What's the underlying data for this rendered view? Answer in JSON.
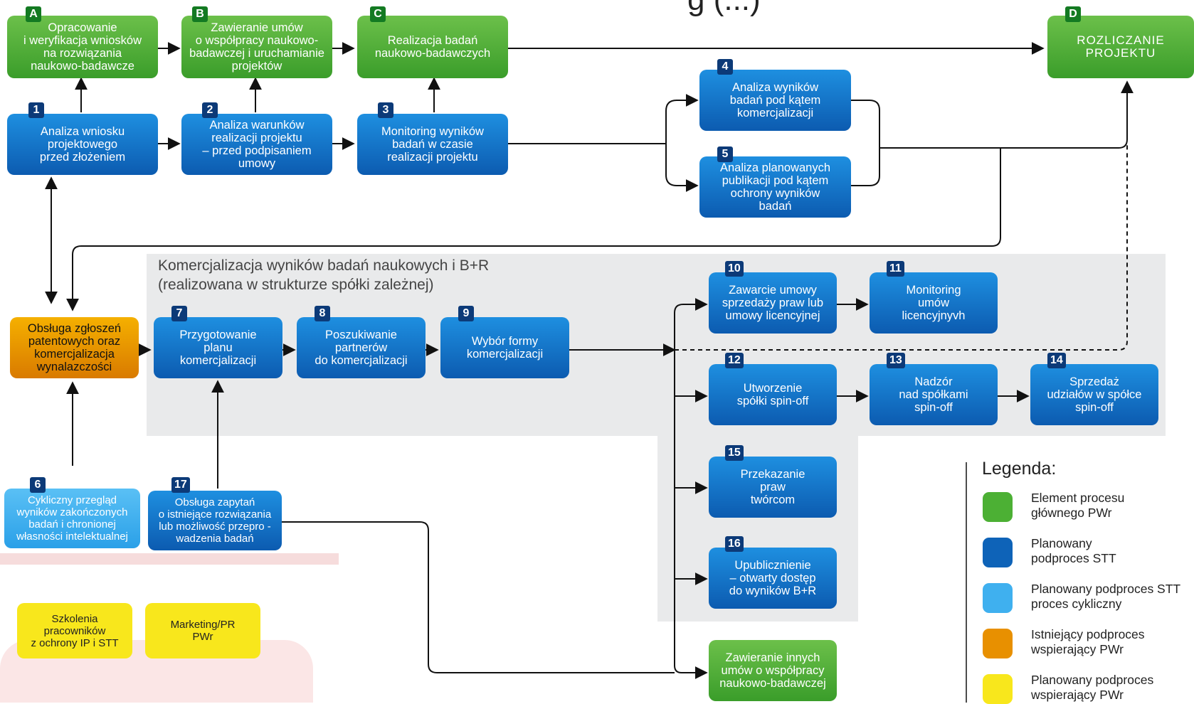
{
  "title_fragment": "g (...)",
  "section_label": "Komercjalizacja wyników badań naukowych i B+R\n(realizowana w strukturze spółki zależnej)",
  "boxes": {
    "A": {
      "badge": "A",
      "text": "Opracowanie\ni weryfikacja  wniosków\nna rozwiązania\nnaukowo-badawcze"
    },
    "B": {
      "badge": "B",
      "text": "Zawieranie  umów\no współpracy  naukowo-\nbadawczej  i uruchamianie\nprojektów"
    },
    "C": {
      "badge": "C",
      "text": "Realizacja  badań\nnaukowo-badawczych"
    },
    "D": {
      "badge": "D",
      "text": "ROZLICZANIE\nPROJEKTU"
    },
    "n1": {
      "badge": "1",
      "text": "Analiza  wniosku\nprojektowego\nprzed  złożeniem"
    },
    "n2": {
      "badge": "2",
      "text": "Analiza  warunków\nrealizacji  projektu\n– przed  podpisaniem\numowy"
    },
    "n3": {
      "badge": "3",
      "text": "Monitoring  wyników\nbadań  w czasie\nrealizacji  projektu"
    },
    "n4": {
      "badge": "4",
      "text": "Analiza  wyników\nbadań  pod kątem\nkomercjalizacji"
    },
    "n5": {
      "badge": "5",
      "text": "Analiza  planowanych\npublikacji  pod kątem\nochrony  wyników\nbadań"
    },
    "n6": {
      "badge": "6",
      "text": "Cykliczny  przegląd\nwyników  zakończonych\nbadań  i chronionej\nwłasności  intelektualnej"
    },
    "n7": {
      "badge": "7",
      "text": "Przygotowanie\nplanu\nkomercjalizacji"
    },
    "n8": {
      "badge": "8",
      "text": "Poszukiwanie\npartnerów\ndo komercjalizacji"
    },
    "n9": {
      "badge": "9",
      "text": "Wybór  formy\nkomercjalizacji"
    },
    "n10": {
      "badge": "10",
      "text": "Zawarcie umowy\nsprzedaży praw lub\numowy licencyjnej"
    },
    "n11": {
      "badge": "11",
      "text": "Monitoring\numów\nlicencyjnyvh"
    },
    "n12": {
      "badge": "12",
      "text": "Utworzenie\nspółki  spin-off"
    },
    "n13": {
      "badge": "13",
      "text": "Nadzór\nnad spółkami\nspin-off"
    },
    "n14": {
      "badge": "14",
      "text": "Sprzedaż\nudziałów  w spółce\nspin-off"
    },
    "n15": {
      "badge": "15",
      "text": "Przekazanie\npraw\ntwórcom"
    },
    "n16": {
      "badge": "16",
      "text": "Upublicznienie\n– otwarty  dostęp\ndo wyników  B+R"
    },
    "n17": {
      "badge": "17",
      "text": "Obsługa  zapytań\no istniejące  rozwiązania\nlub możliwość  przepro -\nwadzenia  badań"
    },
    "patent": {
      "text": "Obsługa  zgłoszeń\npatentowych  oraz\nkomercjalizacja\nwynalazczości"
    },
    "other": {
      "text": "Zawieranie  innych\numów  o współpracy\nnaukowo-badawczej"
    },
    "training": {
      "text": "Szkolenia\npracowników\nz ochrony  IP  i STT"
    },
    "marketing": {
      "text": "Marketing/PR\nPWr"
    }
  },
  "legend": {
    "title": "Legenda:",
    "items": [
      {
        "color": "#4cb034",
        "text": "Element procesu\ngłównego PWr"
      },
      {
        "color": "#0e63b8",
        "text": "Planowany\npodproces STT"
      },
      {
        "color": "#3fb0ef",
        "text": "Planowany podproces STT\nproces cykliczny"
      },
      {
        "color": "#e89000",
        "text": "Istniejący podproces\nwspierający PWr"
      },
      {
        "color": "#f8e71c",
        "text": "Planowany podproces\nwspierający PWr"
      }
    ]
  }
}
